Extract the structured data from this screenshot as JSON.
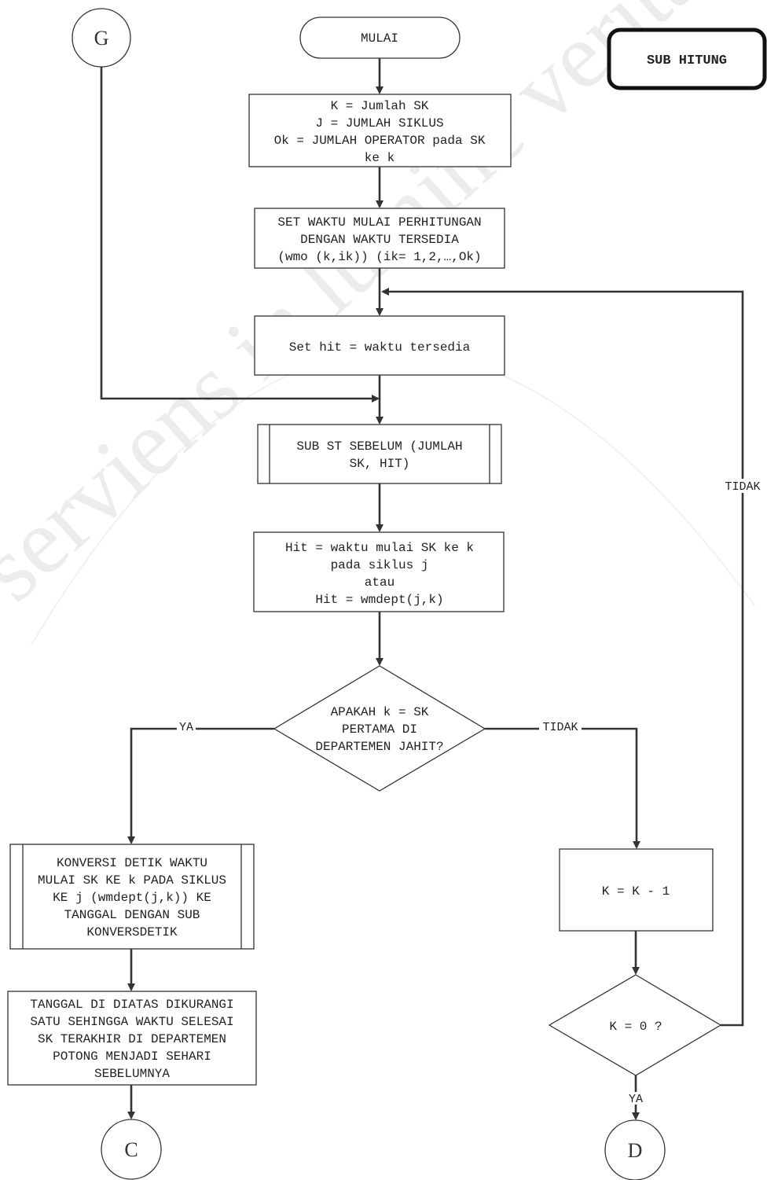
{
  "watermark": "serviens in lumine veritatis",
  "title": "SUB HITUNG",
  "connectors": {
    "g": "G",
    "c": "C",
    "d": "D"
  },
  "nodes": {
    "start": [
      "MULAI"
    ],
    "init": [
      "K = Jumlah SK",
      "J = JUMLAH SIKLUS",
      "Ok = JUMLAH OPERATOR pada SK",
      "ke k"
    ],
    "set_waktu": [
      "SET WAKTU MULAI PERHITUNGAN",
      "DENGAN WAKTU TERSEDIA",
      "(wmo (k,ik))  (ik= 1,2,…,Ok)"
    ],
    "set_hit": [
      "Set hit = waktu tersedia"
    ],
    "sub_st": [
      "SUB ST SEBELUM (JUMLAH",
      "SK, HIT)"
    ],
    "hit": [
      "Hit = waktu mulai SK ke k",
      "pada siklus j",
      "atau",
      "Hit = wmdept(j,k)"
    ],
    "decision_first": [
      "APAKAH k = SK",
      "PERTAMA DI",
      "DEPARTEMEN JAHIT?"
    ],
    "konversi": [
      "KONVERSI DETIK WAKTU",
      "MULAI SK KE k PADA SIKLUS",
      "KE j (wmdept(j,k)) KE",
      "TANGGAL DENGAN SUB",
      "KONVERSDETIK"
    ],
    "tanggal": [
      "TANGGAL DI DIATAS DIKURANGI",
      "SATU SEHINGGA WAKTU SELESAI",
      "SK TERAKHIR DI DEPARTEMEN",
      "POTONG MENJADI SEHARI",
      "SEBELUMNYA"
    ],
    "decrement": [
      "K = K - 1"
    ],
    "decision_zero": [
      "K = 0 ?"
    ]
  },
  "edge_labels": {
    "ya_left": "YA",
    "tidak_right": "TIDAK",
    "tidak_loop": "TIDAK",
    "ya_bottom": "YA"
  }
}
